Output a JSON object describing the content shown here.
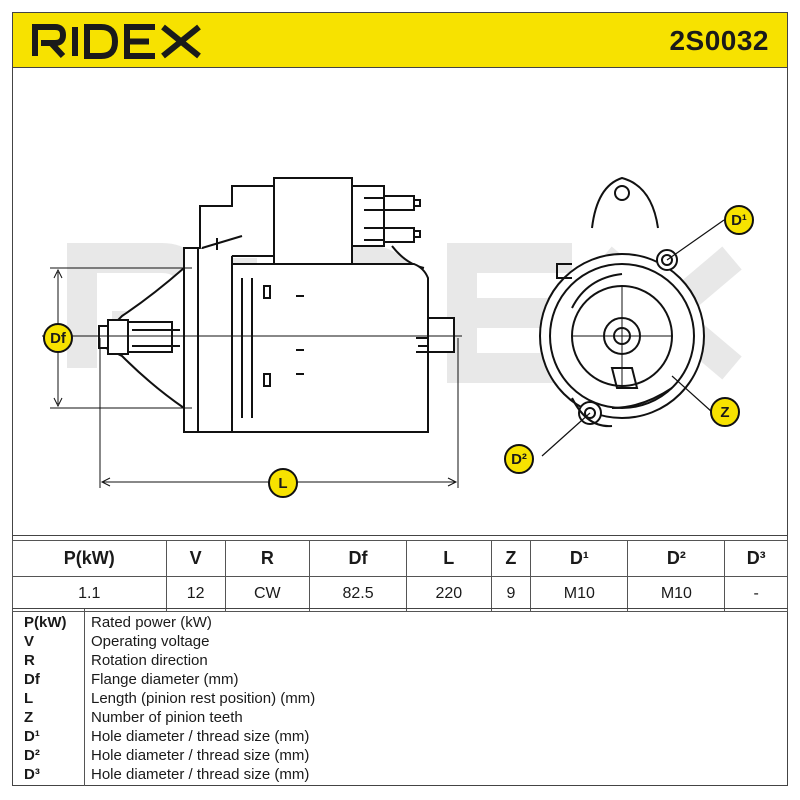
{
  "header": {
    "brand": "RIDEX",
    "part_code": "2S0032",
    "colors": {
      "brand_yellow": "#f7e200",
      "ink": "#1a1a1a",
      "watermark": "#e6e6e6"
    }
  },
  "drawing": {
    "labels": {
      "df": "Df",
      "l": "L",
      "d1": "D¹",
      "d2": "D²",
      "z": "Z"
    },
    "watermark": "RIDEX"
  },
  "specs": {
    "headers": [
      "P(kW)",
      "V",
      "R",
      "Df",
      "L",
      "Z",
      "D¹",
      "D²",
      "D³"
    ],
    "values": [
      "1.1",
      "12",
      "CW",
      "82.5",
      "220",
      "9",
      "M10",
      "M10",
      "-"
    ]
  },
  "legend": [
    {
      "sym": "P(kW)",
      "desc": "Rated power (kW)"
    },
    {
      "sym": "V",
      "desc": "Operating voltage"
    },
    {
      "sym": "R",
      "desc": "Rotation direction"
    },
    {
      "sym": "Df",
      "desc": "Flange diameter (mm)"
    },
    {
      "sym": "L",
      "desc": "Length (pinion rest position) (mm)"
    },
    {
      "sym": "Z",
      "desc": "Number of pinion teeth"
    },
    {
      "sym": "D¹",
      "desc": "Hole diameter / thread size (mm)"
    },
    {
      "sym": "D²",
      "desc": "Hole diameter / thread size (mm)"
    },
    {
      "sym": "D³",
      "desc": "Hole diameter / thread size (mm)"
    }
  ]
}
